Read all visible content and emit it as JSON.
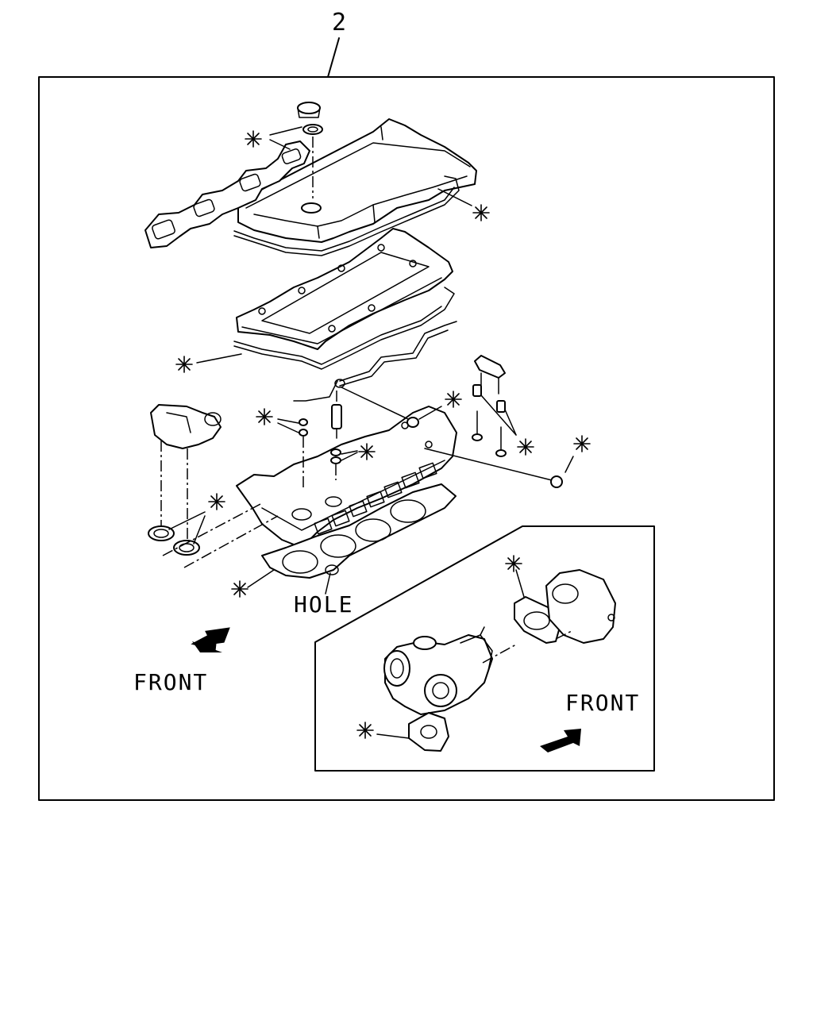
{
  "callout_number": "2",
  "labels": {
    "hole": "HOLE",
    "front_main": "FRONT",
    "front_inset": "FRONT"
  }
}
